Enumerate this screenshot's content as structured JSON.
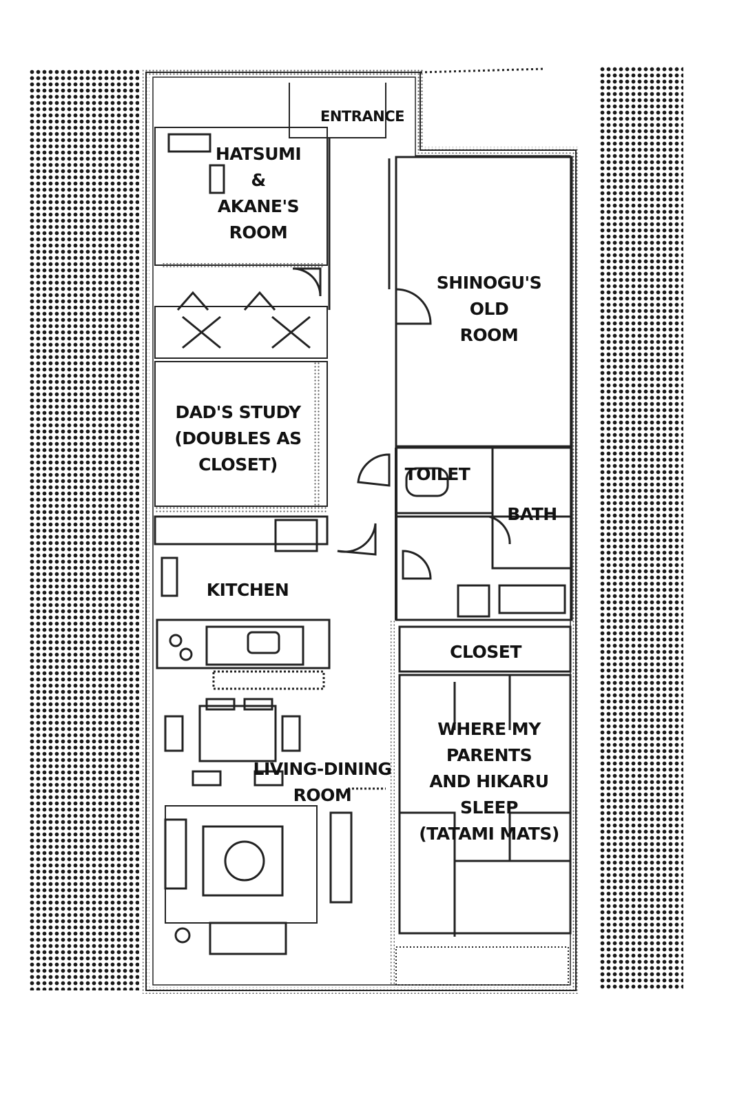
{
  "rooms": {
    "entrance": "ENTRANCE",
    "hatsumi": [
      "HATSUMI",
      "&",
      "AKANE'S",
      "ROOM"
    ],
    "shinogu": [
      "SHINOGU'S",
      "OLD",
      "ROOM"
    ],
    "study": [
      "DAD'S STUDY",
      "(DOUBLES AS",
      "CLOSET)"
    ],
    "toilet": "TOILET",
    "bath": "BATH",
    "kitchen": "KITCHEN",
    "closet": "CLOSET",
    "living": [
      "LIVING-DINING",
      "ROOM"
    ],
    "parents": [
      "WHERE MY",
      "PARENTS",
      "AND HIKARU",
      "SLEEP",
      "(TATAMI MATS)"
    ]
  },
  "colors": {
    "ink": "#111111",
    "paper": "#ffffff",
    "screentone": "#1a1a1a"
  }
}
